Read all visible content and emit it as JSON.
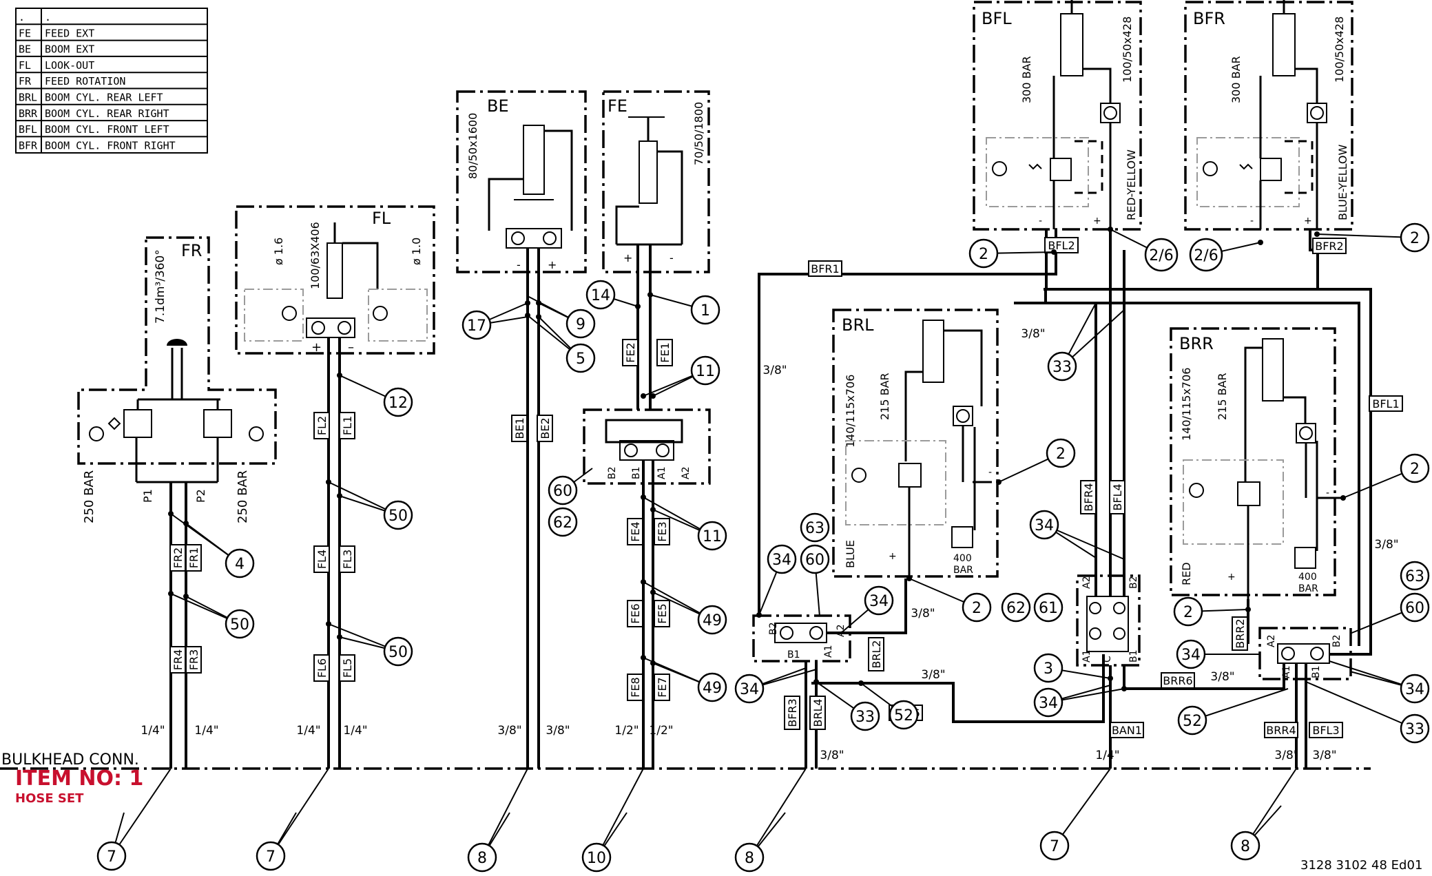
{
  "legend": [
    {
      "code": ".",
      "desc": "."
    },
    {
      "code": "FE",
      "desc": "FEED EXT"
    },
    {
      "code": "BE",
      "desc": "BOOM EXT"
    },
    {
      "code": "FL",
      "desc": "LOOK-OUT"
    },
    {
      "code": "FR",
      "desc": "FEED ROTATION"
    },
    {
      "code": "BRL",
      "desc": "BOOM CYL. REAR LEFT"
    },
    {
      "code": "BRR",
      "desc": "BOOM CYL. REAR RIGHT"
    },
    {
      "code": "BFL",
      "desc": "BOOM CYL. FRONT LEFT"
    },
    {
      "code": "BFR",
      "desc": "BOOM CYL. FRONT RIGHT"
    }
  ],
  "bulkhead": {
    "label": "BULKHEAD CONN.",
    "item": "ITEM NO: 1",
    "subtitle": "HOSE SET"
  },
  "drawing_number": "3128 3102 48 Ed01",
  "groups": {
    "FR": {
      "name": "FR",
      "spec": "7.1dm³/360°",
      "relief_left": "250 BAR",
      "relief_right": "250 BAR",
      "port_left": "P1",
      "port_right": "P2"
    },
    "FL": {
      "name": "FL",
      "spec": "100/63X406",
      "orifice_left": "ø 1.6",
      "orifice_right": "ø 1.0",
      "plus": "+",
      "minus": "–"
    },
    "BE": {
      "name": "BE",
      "spec": "80/50x1600",
      "minus": "-",
      "plus": "+"
    },
    "FE": {
      "name": "FE",
      "spec": "70/50/1800",
      "plus": "+",
      "minus": "-",
      "valve_ports": [
        "B2",
        "B1",
        "A1",
        "A2"
      ]
    },
    "BFL": {
      "name": "BFL",
      "spec": "100/50x428",
      "relief": "300 BAR",
      "color": "RED-YELLOW",
      "minus": "-",
      "plus": "+"
    },
    "BFR": {
      "name": "BFR",
      "spec": "100/50x428",
      "relief": "300 BAR",
      "color": "BLUE-YELLOW",
      "minus": "-",
      "plus": "+"
    },
    "BRL": {
      "name": "BRL",
      "spec": "140/115x706",
      "relief": "215 BAR",
      "color": "BLUE",
      "check": "400\nBAR",
      "check1": "400",
      "check2": "BAR",
      "plus": "+",
      "minus": "-"
    },
    "BRR": {
      "name": "BRR",
      "spec": "140/115x706",
      "relief": "215 BAR",
      "color": "RED",
      "check1": "400",
      "check2": "BAR",
      "plus": "+",
      "minus": "-"
    }
  },
  "valve_ports": {
    "left": [
      "B2",
      "B1",
      "A1",
      "A2"
    ],
    "mid": [
      "A2",
      "B2",
      "A1",
      "C",
      "B1"
    ],
    "right": [
      "A2",
      "B2",
      "A1",
      "B1"
    ]
  },
  "hose_tags": {
    "FR1": "FR1",
    "FR2": "FR2",
    "FR3": "FR3",
    "FR4": "FR4",
    "FL1": "FL1",
    "FL2": "FL2",
    "FL3": "FL3",
    "FL4": "FL4",
    "FL5": "FL5",
    "FL6": "FL6",
    "BE1": "BE1",
    "BE2": "BE2",
    "FE1": "FE1",
    "FE2": "FE2",
    "FE3": "FE3",
    "FE4": "FE4",
    "FE5": "FE5",
    "FE6": "FE6",
    "FE7": "FE7",
    "FE8": "FE8",
    "BFR1": "BFR1",
    "BFR2": "BFR2",
    "BFR3": "BFR3",
    "BFR4": "BFR4",
    "BFL1": "BFL1",
    "BFL2": "BFL2",
    "BFL3": "BFL3",
    "BFL4": "BFL4",
    "BRL2": "BRL2",
    "BRL4": "BRL4",
    "BRL6": "BRL6",
    "BRR2": "BRR2",
    "BRR4": "BRR4",
    "BRR6": "BRR6",
    "BAN1": "BAN1"
  },
  "sizes": {
    "quarter": "1/4\"",
    "three_eighths": "3/8\"",
    "half": "1/2\""
  },
  "callouts": {
    "c1": "1",
    "c2": "2",
    "c26": "2/6",
    "c3": "3",
    "c4": "4",
    "c5": "5",
    "c7": "7",
    "c8": "8",
    "c9": "9",
    "c10": "10",
    "c11": "11",
    "c12": "12",
    "c14": "14",
    "c17": "17",
    "c33": "33",
    "c34": "34",
    "c49": "49",
    "c50": "50",
    "c52": "52",
    "c60": "60",
    "c61": "61",
    "c62": "62",
    "c63": "63"
  }
}
